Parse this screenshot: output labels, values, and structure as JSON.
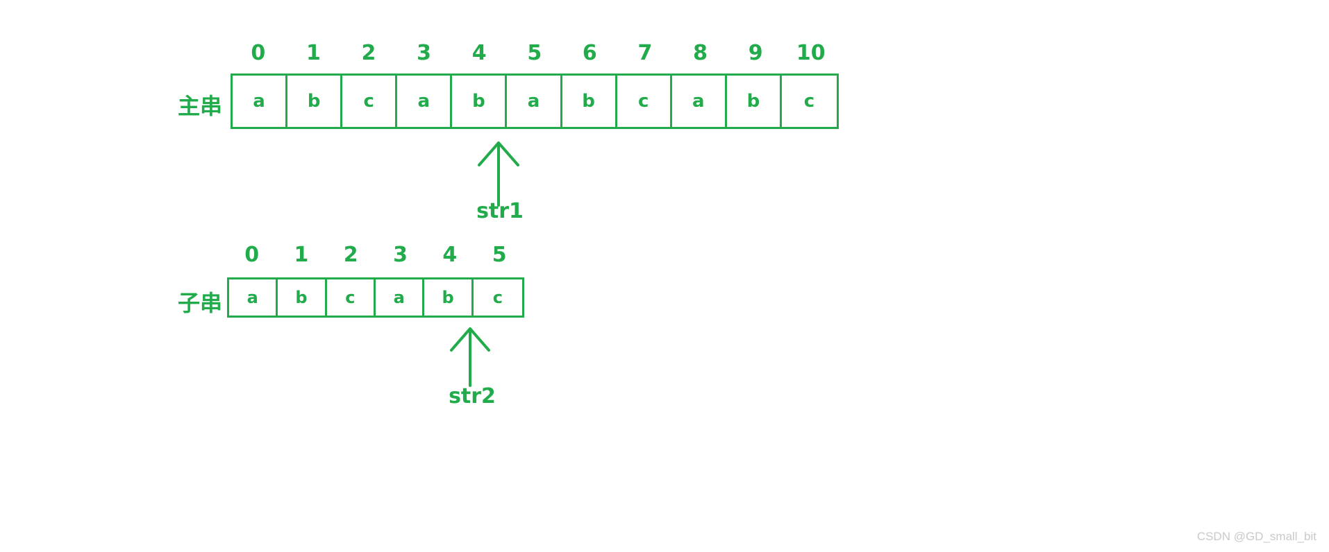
{
  "diagram": {
    "accent_color": "#21ab4b",
    "background_color": "#ffffff",
    "main_string": {
      "label": "主串",
      "indices": [
        "0",
        "1",
        "2",
        "3",
        "4",
        "5",
        "6",
        "7",
        "8",
        "9",
        "10"
      ],
      "characters": [
        "a",
        "b",
        "c",
        "a",
        "b",
        "a",
        "b",
        "c",
        "a",
        "b",
        "c"
      ]
    },
    "sub_string": {
      "label": "子串",
      "indices": [
        "0",
        "1",
        "2",
        "3",
        "4",
        "5"
      ],
      "characters": [
        "a",
        "b",
        "c",
        "a",
        "b",
        "c"
      ]
    },
    "pointers": [
      {
        "name": "str1",
        "label": "str1",
        "target_row": "main_string",
        "target_index": 5,
        "target_character": "a"
      },
      {
        "name": "str2",
        "label": "str2",
        "target_row": "sub_string",
        "target_index": 4,
        "target_character": "b"
      }
    ]
  },
  "watermark": {
    "text": "CSDN @GD_small_bit",
    "color": "#c9c9c9"
  }
}
